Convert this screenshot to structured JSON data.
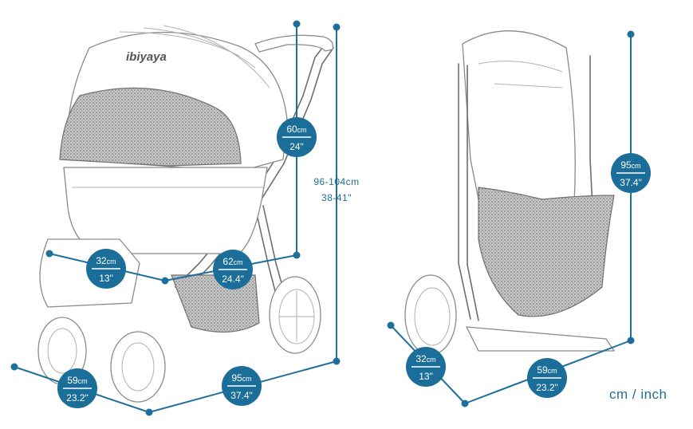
{
  "brand": "ibiyaya",
  "units_label": "cm / inch",
  "colors": {
    "accent": "#1a6e99",
    "line": "#1e6f9a",
    "sketch": "#8a8a8a"
  },
  "dimensions": {
    "handle_height": {
      "cm": "60",
      "unit": "cm",
      "inch": "24\""
    },
    "total_height": {
      "range_cm": "96-104cm",
      "range_inch": "38-41\""
    },
    "front_depth": {
      "cm": "32",
      "unit": "cm",
      "inch": "13\""
    },
    "base_length": {
      "cm": "62",
      "unit": "cm",
      "inch": "24.4\""
    },
    "width": {
      "cm": "59",
      "unit": "cm",
      "inch": "23.2\""
    },
    "length": {
      "cm": "95",
      "unit": "cm",
      "inch": "37.4\""
    },
    "folded_height": {
      "cm": "95",
      "unit": "cm",
      "inch": "37.4\""
    },
    "folded_depth": {
      "cm": "32",
      "unit": "cm",
      "inch": "13\""
    },
    "folded_width": {
      "cm": "59",
      "unit": "cm",
      "inch": "23.2\""
    }
  }
}
